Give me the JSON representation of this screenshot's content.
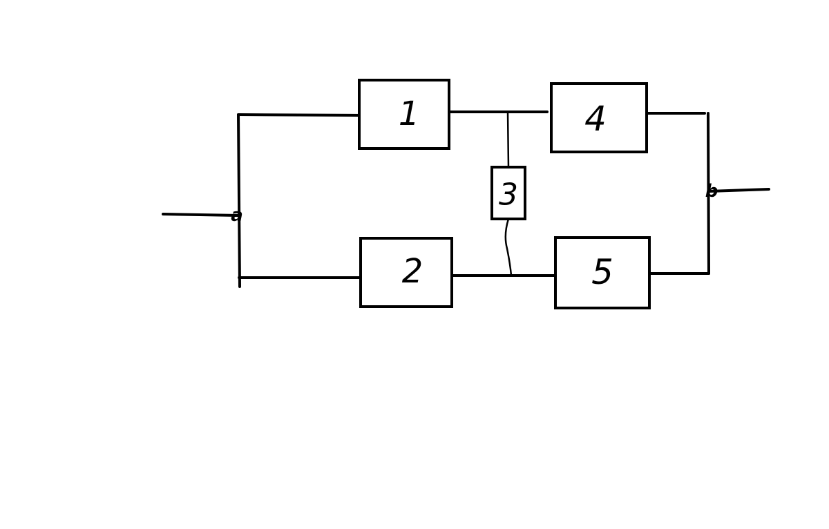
{
  "diagram": {
    "blocks": [
      {
        "id": "block-1",
        "label": "1"
      },
      {
        "id": "block-2",
        "label": "2"
      },
      {
        "id": "block-3",
        "label": "3"
      },
      {
        "id": "block-4",
        "label": "4"
      },
      {
        "id": "block-5",
        "label": "5"
      }
    ],
    "nodes": {
      "input": "a",
      "output": "b"
    },
    "colors": {
      "stroke": "#000000",
      "background": "#ffffff"
    }
  }
}
